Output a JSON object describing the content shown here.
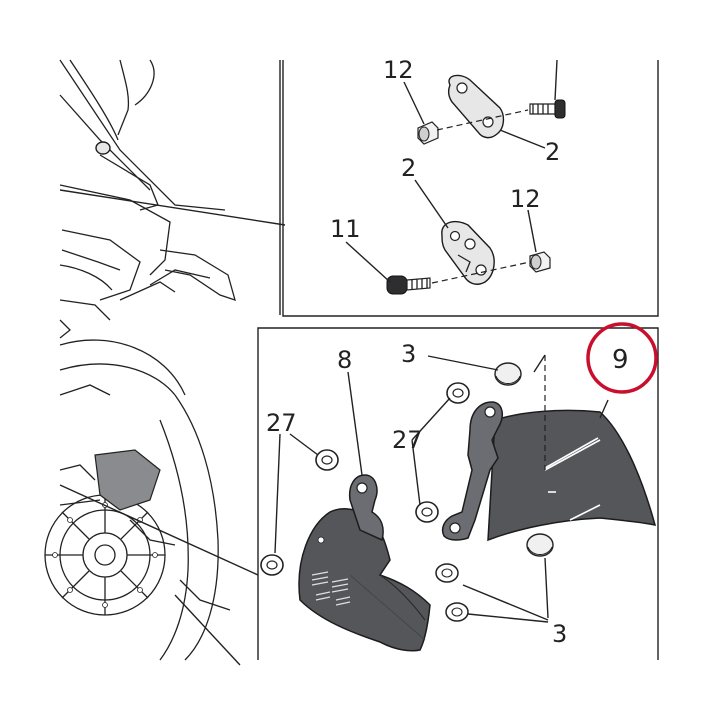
{
  "diagram": {
    "top_inset": {
      "labels": {
        "nut_top": "12",
        "bracket_top": "2",
        "bracket_top_right": "2",
        "screw": "11",
        "nut_mid": "12"
      }
    },
    "bottom_inset": {
      "labels": {
        "bushing_top": "3",
        "left_guard": "8",
        "grommet_left": "27",
        "grommet_mid": "27",
        "mudguard": "9",
        "bushing_bottom": "3"
      }
    },
    "highlight": {
      "label": "9",
      "color": "#c8102e"
    }
  }
}
